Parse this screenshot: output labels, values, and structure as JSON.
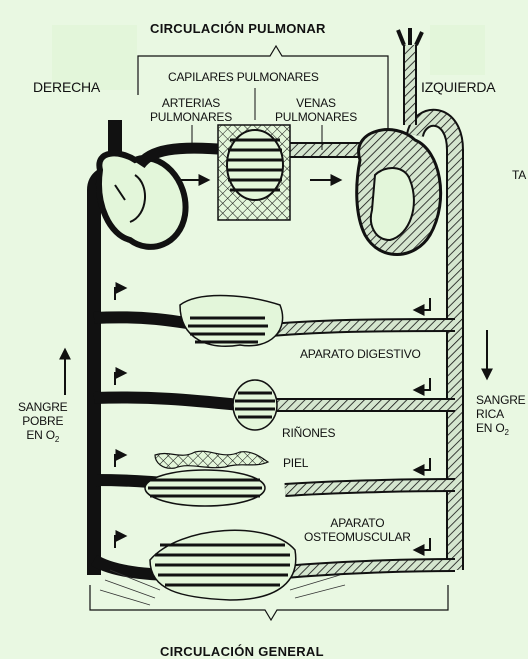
{
  "title_top": "CIRCULACIÓN PULMONAR",
  "title_bottom": "CIRCULACIÓN GENERAL",
  "side_left": "DERECHA",
  "side_right": "IZQUIERDA",
  "cut_text": "TA",
  "labels": {
    "capilares": "CAPILARES PULMONARES",
    "arterias": "ARTERIAS\nPULMONARES",
    "venas": "VENAS\nPULMONARES",
    "digestivo": "APARATO DIGESTIVO",
    "rinones": "RIÑONES",
    "piel": "PIEL",
    "osteomuscular": "APARATO\nOSTEOMUSCULAR",
    "sangre_pobre": [
      "SANGRE",
      "POBRE",
      "EN O",
      "2"
    ],
    "sangre_rica": [
      "SANGRE",
      "RICA",
      "EN O",
      "2"
    ]
  },
  "colors": {
    "background": "#e9f8e2",
    "panel": "#e3f6da",
    "ink": "#111111",
    "hatch_fill": "#cfe2c8"
  }
}
